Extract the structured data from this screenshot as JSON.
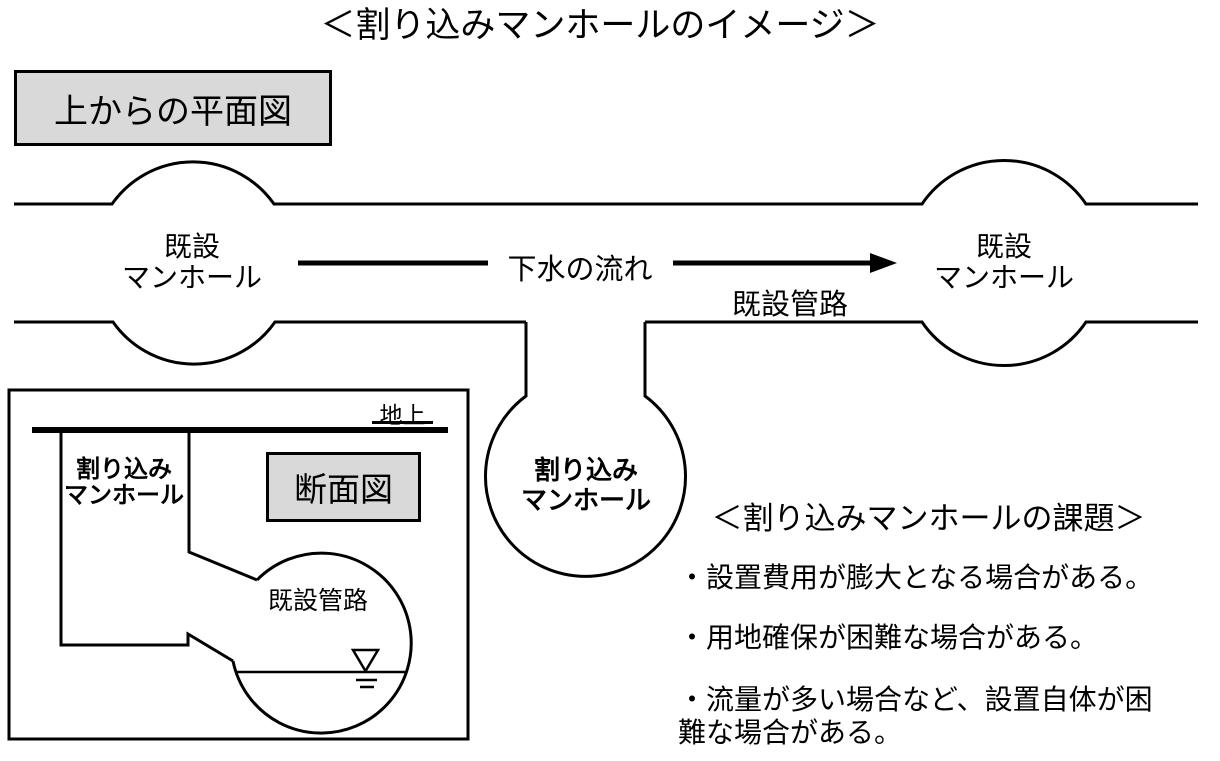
{
  "title": "＜割り込みマンホールのイメージ＞",
  "colors": {
    "line": "#000000",
    "text": "#000000",
    "label_box_fill": "#d9d9d9",
    "background": "#ffffff"
  },
  "plan_view": {
    "label": "上からの平面図",
    "left_manhole_label": "既設\nマンホール",
    "right_manhole_label": "既設\nマンホール",
    "flow_label": "下水の流れ",
    "pipe_label": "既設管路",
    "cutin_manhole_label": "割り込み\nマンホール"
  },
  "cross_section": {
    "label": "断面図",
    "ground_label": "地上",
    "shaft_label": "割り込み\nマンホール",
    "pipe_label": "既設管路"
  },
  "issues": {
    "heading": "＜割り込みマンホールの課題＞",
    "items": [
      "・設置費用が膨大となる場合がある。",
      "・用地確保が困難な場合がある。",
      "・流量が多い場合など、設置自体が困難な場合がある。"
    ]
  }
}
